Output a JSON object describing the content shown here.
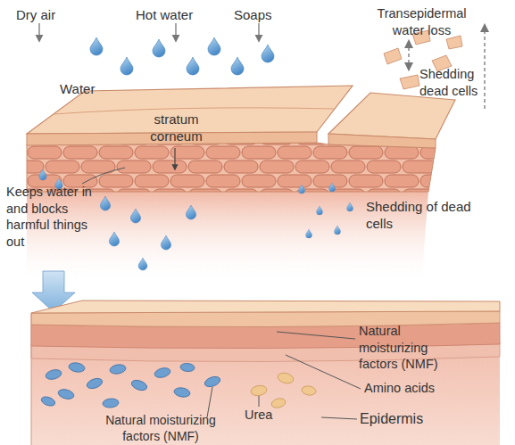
{
  "diagram": {
    "labels": [
      "Dry air",
      "Hot water",
      "Soaps",
      "Transepidermal water loss",
      "Water",
      "Shedding dead cells",
      "stratum corneum",
      "Keeps water in and blocks harmful things out",
      "Shedding of dead cells",
      "Natural moisturizing factors (NMF)",
      "Amino acids",
      "Urea",
      "Natural moisturizing factors (NMF)",
      "Epidermis"
    ]
  }
}
